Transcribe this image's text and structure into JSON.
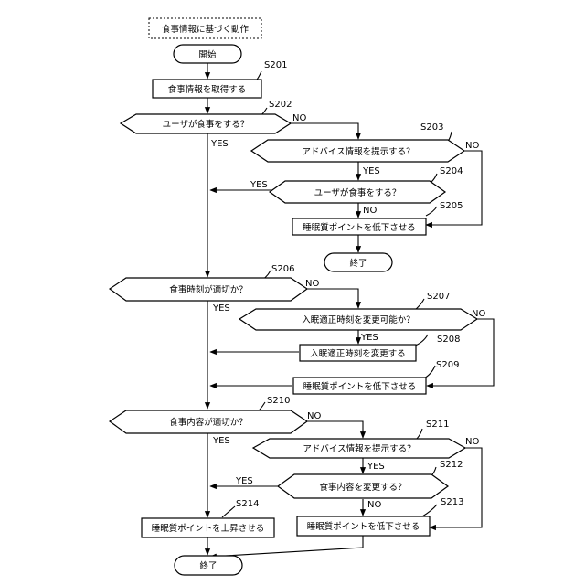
{
  "title": "食事情報に基づく動作",
  "terminals": {
    "start": "開始",
    "end1": "終了",
    "end2": "終了"
  },
  "nodes": {
    "n201": "食事情報を取得する",
    "n202": "ユーザが食事をする？",
    "n203": "アドバイス情報を提示する？",
    "n204": "ユーザが食事をする？",
    "n205": "睡眠質ポイントを低下させる",
    "n206": "食事時刻が適切か？",
    "n207": "入眠適正時刻を変更可能か？",
    "n208": "入眠適正時刻を変更する",
    "n209": "睡眠質ポイントを低下させる",
    "n210": "食事内容が適切か？",
    "n211": "アドバイス情報を提示する？",
    "n212": "食事内容を変更する？",
    "n213": "睡眠質ポイントを低下させる",
    "n214": "睡眠質ポイントを上昇させる"
  },
  "steps": {
    "s201": "S201",
    "s202": "S202",
    "s203": "S203",
    "s204": "S204",
    "s205": "S205",
    "s206": "S206",
    "s207": "S207",
    "s208": "S208",
    "s209": "S209",
    "s210": "S210",
    "s211": "S211",
    "s212": "S212",
    "s213": "S213",
    "s214": "S214"
  },
  "edges": {
    "yes": "YES",
    "no": "NO"
  }
}
